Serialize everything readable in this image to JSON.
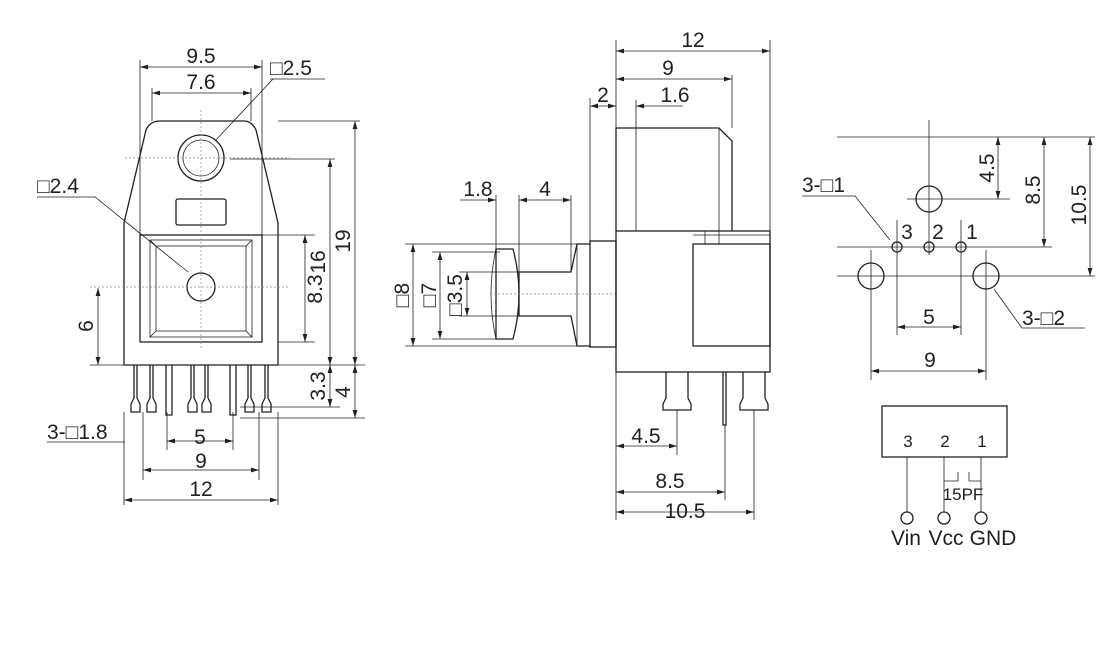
{
  "front_view": {
    "dims": {
      "w_9_5": "9.5",
      "w_7_6": "7.6",
      "hole_top": "□2.5",
      "hole_center": "□2.4",
      "h_8_3": "8.3",
      "h_16": "16",
      "h_19": "19",
      "h_6": "6",
      "h_3_3": "3.3",
      "h_4": "4",
      "pins": "3-□1.8",
      "w_5": "5",
      "w_9": "9",
      "w_12": "12"
    }
  },
  "side_view": {
    "dims": {
      "w_12": "12",
      "w_9": "9",
      "w_2": "2",
      "w_1_6": "1.6",
      "w_1_8": "1.8",
      "w_4": "4",
      "d_8": "□8",
      "d_7": "□7",
      "d_3_5": "□3.5",
      "w_4_5": "4.5",
      "w_8_5": "8.5",
      "w_10_5": "10.5"
    }
  },
  "pin_layout": {
    "dims": {
      "small_holes": "3-□1",
      "large_holes": "3-□2",
      "h_4_5": "4.5",
      "h_8_5": "8.5",
      "h_10_5": "10.5",
      "w_5": "5",
      "w_9": "9"
    },
    "pin_numbers": [
      "3",
      "2",
      "1"
    ]
  },
  "schematic": {
    "pin_numbers": [
      "3",
      "2",
      "1"
    ],
    "capacitor": "15PF",
    "signals": [
      "Vin",
      "Vcc",
      "GND"
    ]
  }
}
